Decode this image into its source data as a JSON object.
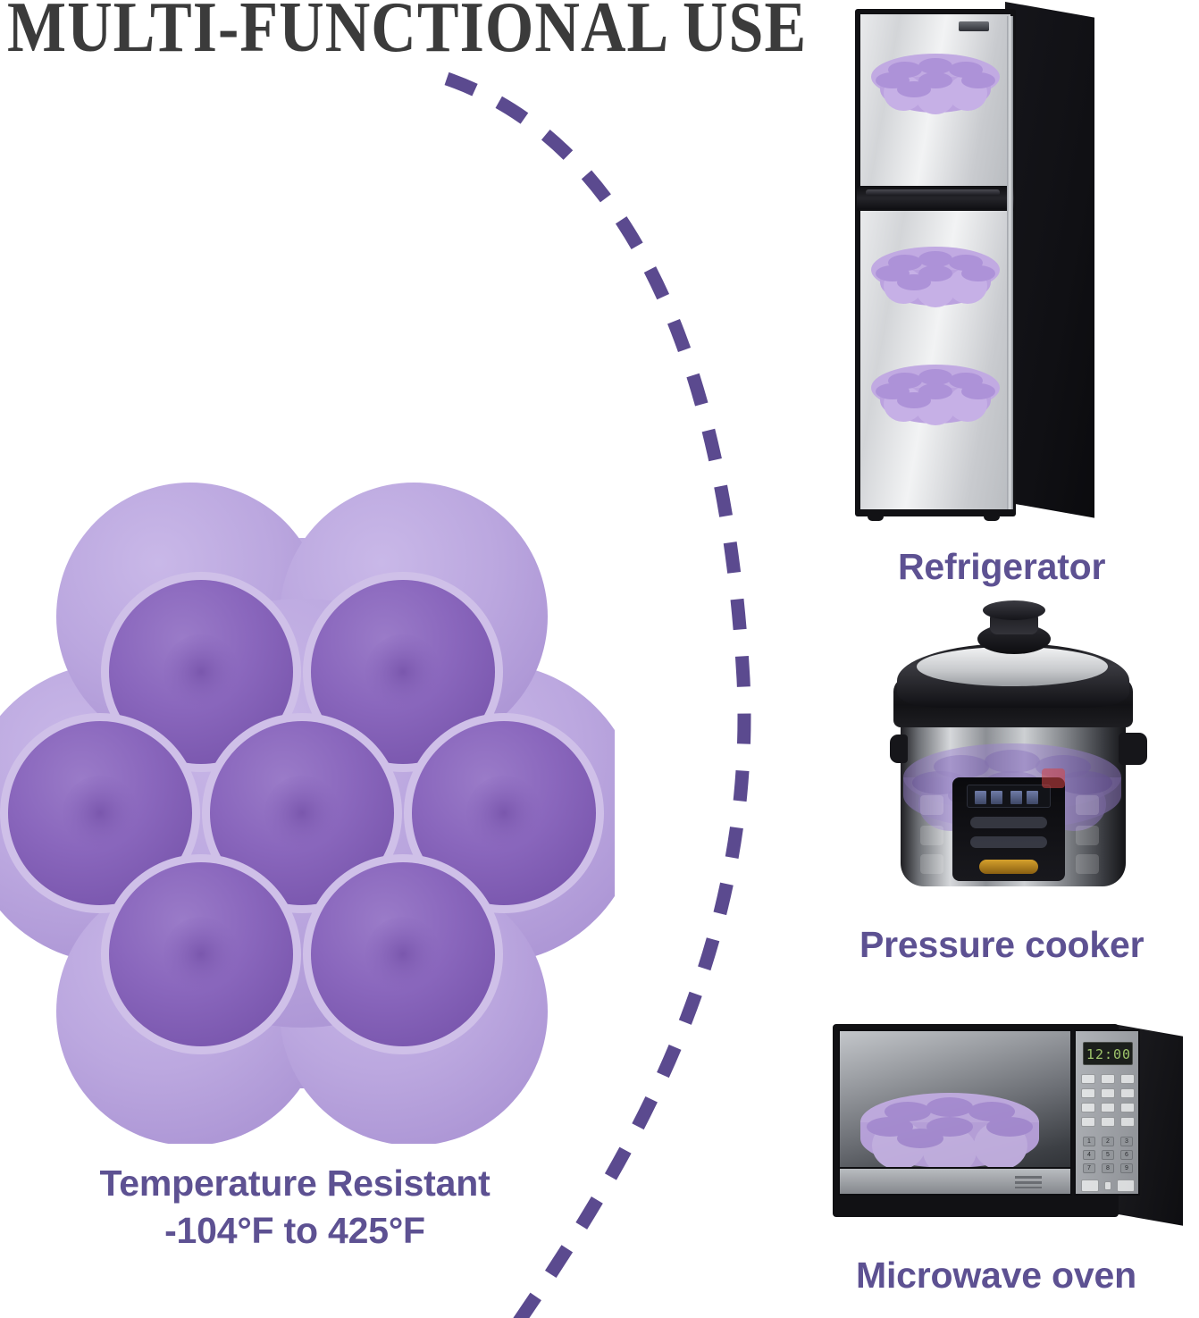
{
  "title": "MULTI-FUNCTIONAL USE",
  "product": {
    "name": "silicone-egg-bite-mold",
    "cavity_count": 7,
    "shape": "flower",
    "colors": {
      "body": "#b9a2dd",
      "body_light": "#c8b6e6",
      "cavity": "#8a67bd",
      "cavity_deep": "#7a59ad",
      "rim": "#cfc0e8"
    }
  },
  "caption": {
    "line1": "Temperature Resistant",
    "line2": "-104°F to 425°F",
    "color": "#5d5192"
  },
  "uses": [
    {
      "id": "refrigerator",
      "label": "Refrigerator",
      "mold_count": 3
    },
    {
      "id": "pressure-cooker",
      "label": "Pressure cooker",
      "mold_count": 1
    },
    {
      "id": "microwave-oven",
      "label": "Microwave oven",
      "mold_count": 1
    }
  ],
  "microwave": {
    "display_value": "12:00",
    "keypad_digits": [
      "1",
      "2",
      "3",
      "4",
      "5",
      "6",
      "7",
      "8",
      "9"
    ]
  },
  "divider": {
    "style": "dashed-arc",
    "color": "#5b4a8f"
  },
  "theme": {
    "background": "#ffffff",
    "title_color": "#3b3b3b",
    "accent_purple": "#5d5192"
  }
}
